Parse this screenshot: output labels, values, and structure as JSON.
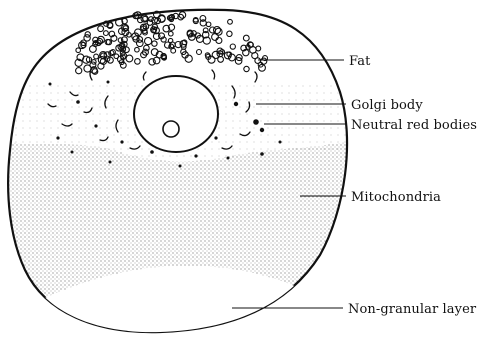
{
  "figure": {
    "labels": {
      "fat": "Fat",
      "golgi_body": "Golgi body",
      "neutral_red_bodies": "Neutral red bodies",
      "mitochondria": "Mitochondria",
      "non_granular_layer": "Non-granular layer"
    },
    "colors": {
      "ink": "#111111",
      "background": "#ffffff"
    }
  }
}
